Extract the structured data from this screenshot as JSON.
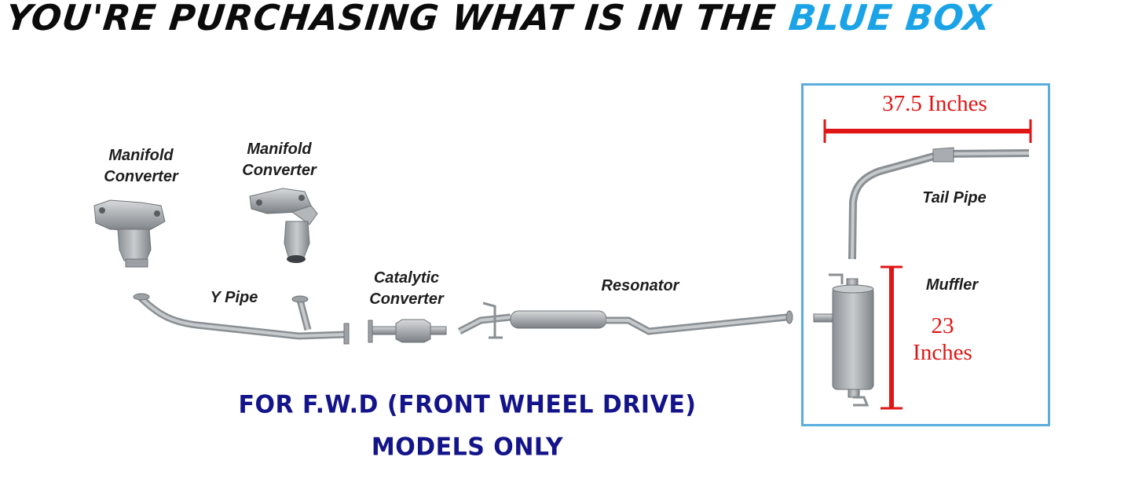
{
  "headline": {
    "prefix": "YOU'RE PURCHASING WHAT IS IN THE",
    "highlight": "BLUE BOX"
  },
  "labels": {
    "manifold_left_1": "Manifold",
    "manifold_left_2": "Converter",
    "manifold_right_1": "Manifold",
    "manifold_right_2": "Converter",
    "y_pipe": "Y Pipe",
    "catalytic_1": "Catalytic",
    "catalytic_2": "Converter",
    "resonator": "Resonator",
    "tail_pipe": "Tail Pipe",
    "muffler": "Muffler"
  },
  "dimensions": {
    "width_label": "37.5 Inches",
    "height_number": "23",
    "height_unit": "Inches"
  },
  "footer": {
    "line1": "FOR F.W.D (FRONT WHEEL DRIVE)",
    "line2": "MODELS ONLY"
  },
  "colors": {
    "headline": "#0b0b0b",
    "highlight": "#1aa3e6",
    "box_border": "#5aaede",
    "dimension": "#e01515",
    "footer": "#13148a",
    "metal": "#a9adb1"
  }
}
